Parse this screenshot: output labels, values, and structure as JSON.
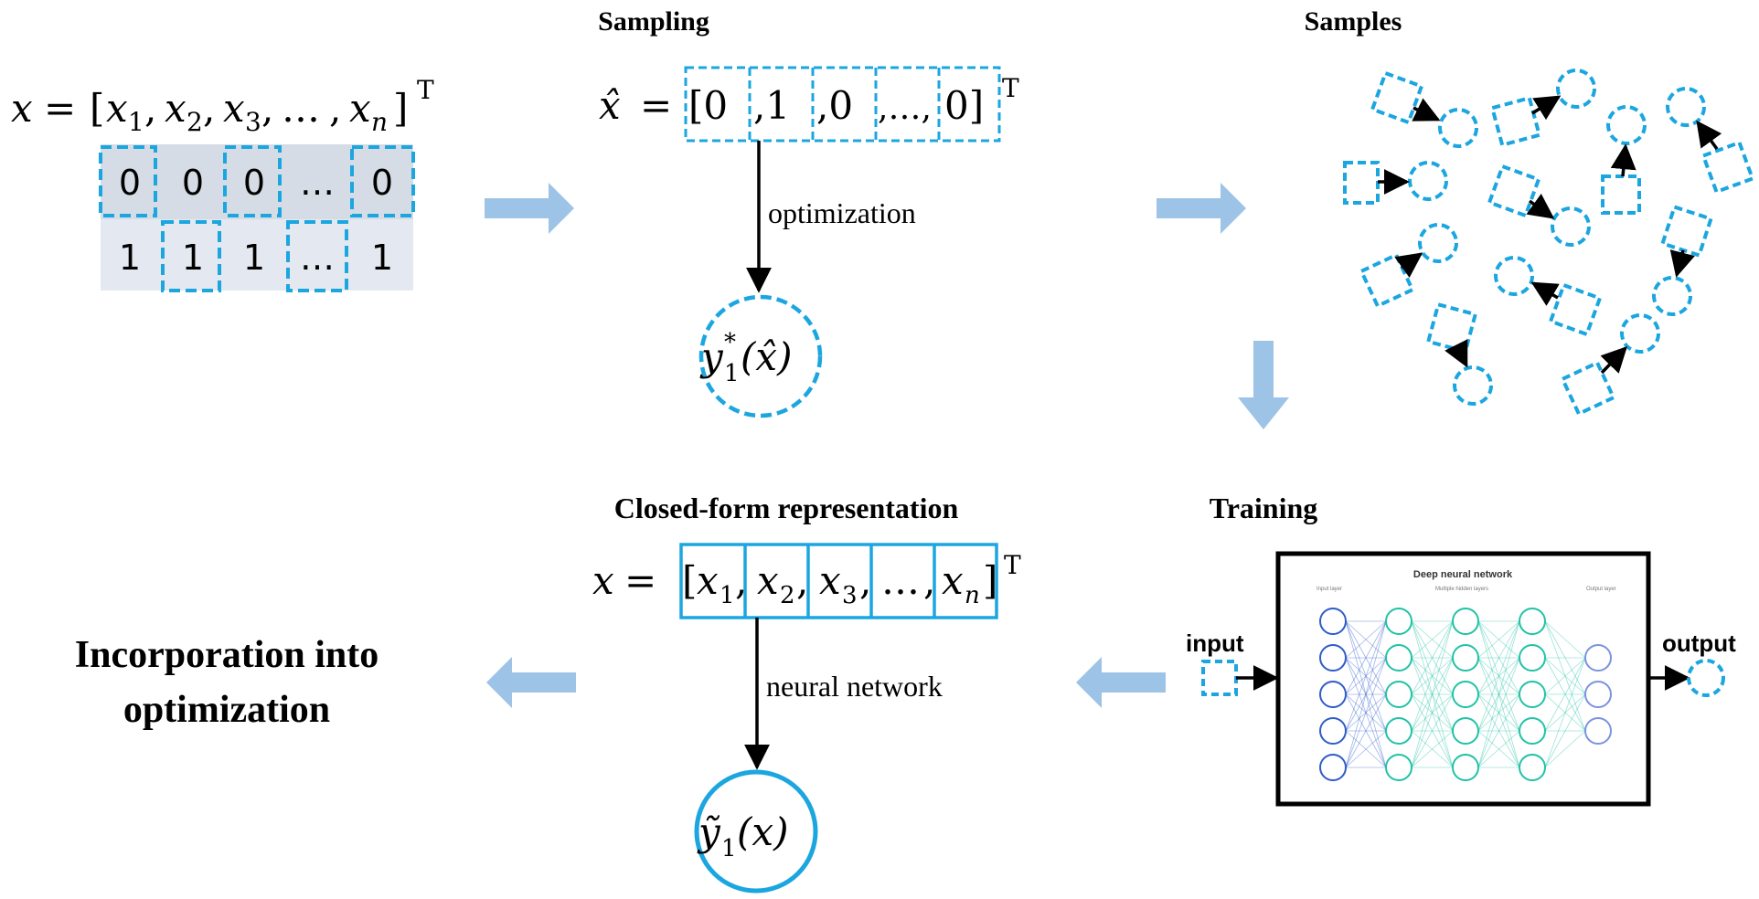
{
  "titles": {
    "sampling": "Sampling",
    "samples": "Samples",
    "closed_form": "Closed-form representation",
    "training": "Training",
    "incorporation_line1": "Incorporation into",
    "incorporation_line2": "optimization"
  },
  "vector_x": {
    "lhs": "x",
    "eq": "=",
    "open": "[",
    "items": [
      "x",
      "x",
      "x",
      "…",
      "x"
    ],
    "subs": [
      "1",
      "2",
      "3",
      "",
      "n"
    ],
    "comma": ",",
    "close": "]",
    "transpose": "T"
  },
  "binary_table": {
    "row0": [
      "0",
      "0",
      "0",
      "…",
      "0"
    ],
    "row1": [
      "1",
      "1",
      "1",
      "…",
      "1"
    ]
  },
  "sampled_vector": {
    "lhs": "x̂",
    "eq": "=",
    "items": [
      "[0",
      ",1",
      ",0",
      ",…,",
      "0]"
    ],
    "transpose": "T"
  },
  "labels": {
    "optimization": "optimization",
    "neural_network": "neural network",
    "input": "input",
    "output": "output"
  },
  "y_star": {
    "y": "y",
    "sub": "1",
    "sup": "*",
    "arg": "(x̂)"
  },
  "y_tilde": {
    "y": "ỹ",
    "sub": "1",
    "arg": "(x)"
  },
  "nn_thumbnail": {
    "title": "Deep neural network",
    "input_layer": "Input layer",
    "hidden_layers": "Multiple hidden layers",
    "output_layer": "Output layer"
  },
  "colors": {
    "accent_blue": "#1BA6E0",
    "arrow_blue": "#9DC3E6",
    "table_bg": "#D6DCE5",
    "table_bg_light": "#E4E8F0",
    "nn_blue": "#2F5CC8",
    "nn_teal": "#21C2A6",
    "nn_light": "#7B93E0"
  }
}
